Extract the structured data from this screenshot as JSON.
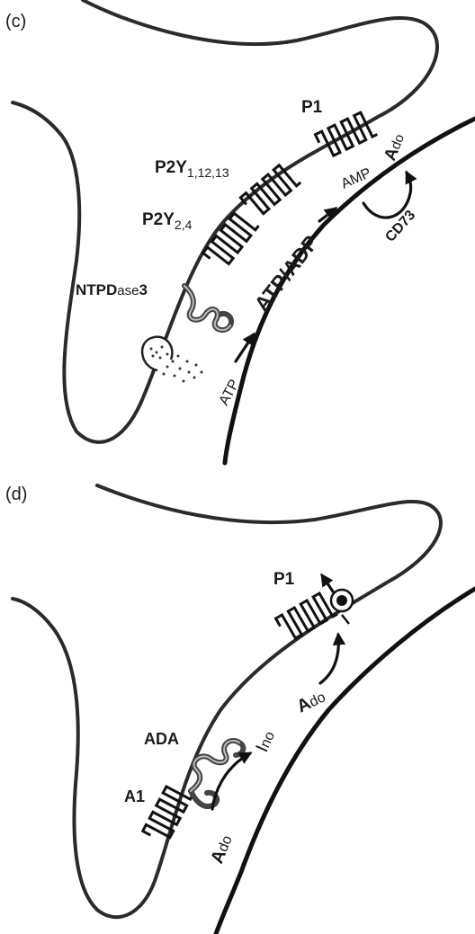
{
  "panel_c": {
    "label": "(c)",
    "receptors": {
      "p1": "P1",
      "p2y_a_main": "P2Y",
      "p2y_a_sub": "1,12,13",
      "p2y_b_main": "P2Y",
      "p2y_b_sub": "2,4"
    },
    "enzymes": {
      "ntpd_main": "NTPD",
      "ntpd_small": "ase",
      "ntpd_num": "3",
      "cd73": "CD73"
    },
    "metabolites": {
      "atp": "ATP",
      "atp_adp": "ATP/ADP",
      "amp": "AMP",
      "ado_cap": "A",
      "ado_small": "do"
    }
  },
  "panel_d": {
    "label": "(d)",
    "receptors": {
      "p1": "P1",
      "a1": "A1"
    },
    "enzymes": {
      "ada": "ADA"
    },
    "metabolites": {
      "ado_cap": "A",
      "ado_small": "do",
      "ino_cap": "I",
      "ino_small": "no"
    }
  }
}
